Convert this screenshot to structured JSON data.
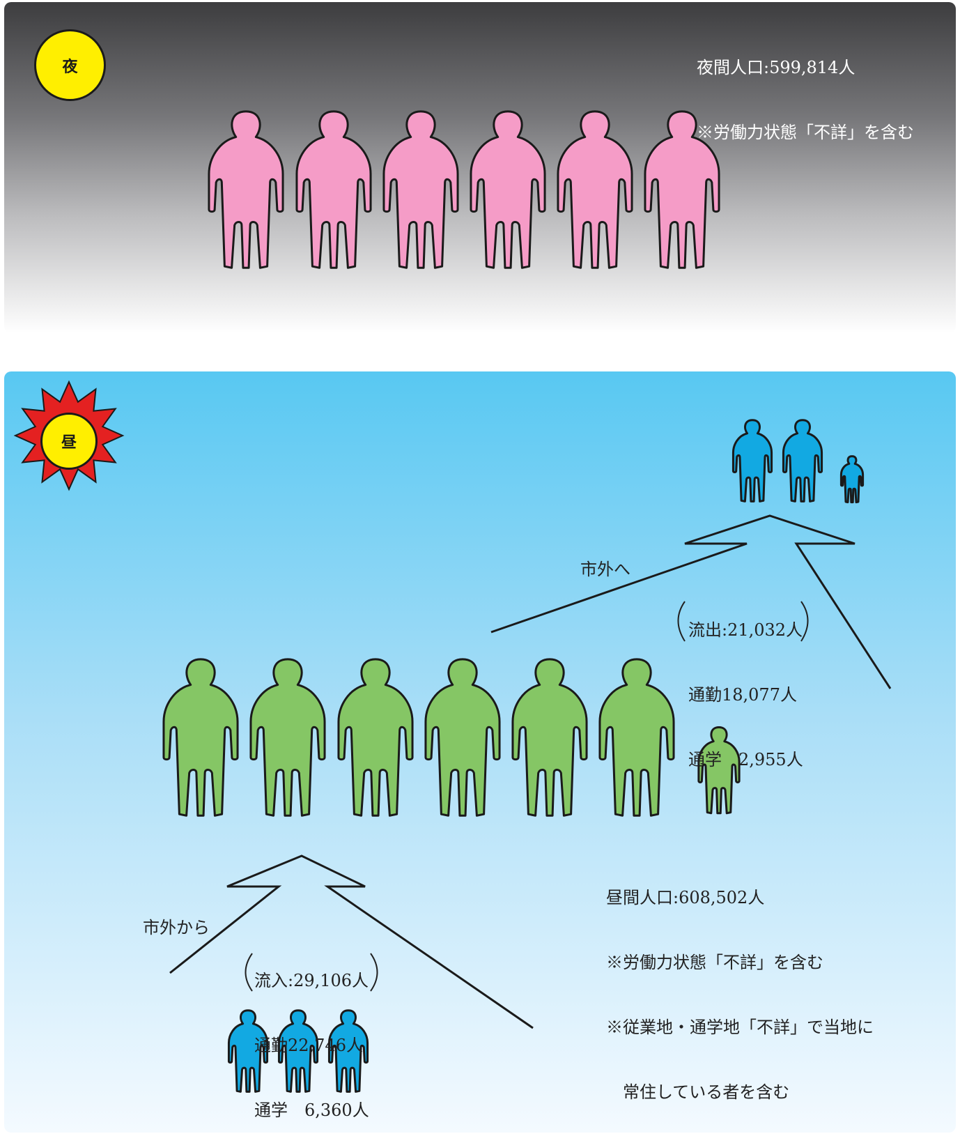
{
  "night": {
    "badge": "夜",
    "note_line1": "夜間人口:599,814人",
    "note_line2": "※労働力状態「不詳」を含む",
    "figure_color": "#f59cc7"
  },
  "day": {
    "badge": "昼",
    "note_line1": "昼間人口:608,502人",
    "note_line2": "※労働力状態「不詳」を含む",
    "note_line3": "※従業地・通学地「不詳」で当地に",
    "note_line4": "　常住している者を含む",
    "figure_color": "#85c665",
    "sun_color": "#e42121"
  },
  "outflow": {
    "label": "市外へ",
    "total": "流出:21,032人",
    "commute": "通勤18,077人",
    "school": "通学　2,955人"
  },
  "inflow": {
    "label": "市外から",
    "total": "流入:29,106人",
    "commute": "通勤22,746人",
    "school": "通学　6,360人"
  },
  "traveler_color": "#12a9e2"
}
